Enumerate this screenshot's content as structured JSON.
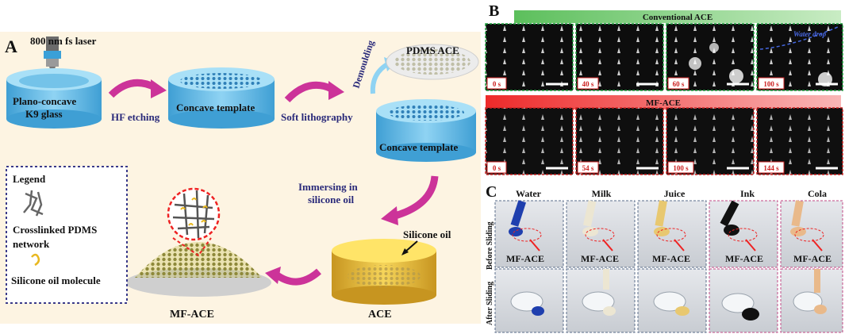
{
  "panel_a": {
    "letter": "A",
    "laser_label": "800 nm fs laser",
    "step1_label_line1": "Plano-concave",
    "step1_label_line2": "K9 glass",
    "arrow1_label": "HF etching",
    "step2_label": "Concave template",
    "arrow2_label": "Soft lithography",
    "demoulding_label": "Demoulding",
    "pdms_label": "PDMS ACE",
    "step3_label": "Concave template",
    "immersing_line1": "Immersing in",
    "immersing_line2": "silicone oil",
    "silicone_oil_label": "Silicone oil",
    "ace_label": "ACE",
    "mface_label": "MF-ACE",
    "legend": {
      "title": "Legend",
      "item1_line1": "Crosslinked PDMS",
      "item1_line2": "network",
      "item2": "Silicone oil molecule"
    }
  },
  "panel_b": {
    "letter": "B",
    "conventional_title": "Conventional ACE",
    "mface_title": "MF-ACE",
    "water_drop_label": "Water drop",
    "conventional_times": [
      "0 s",
      "40 s",
      "60 s",
      "100 s"
    ],
    "mface_times": [
      "0 s",
      "54 s",
      "100 s",
      "144 s"
    ]
  },
  "panel_c": {
    "letter": "C",
    "liquids": [
      "Water",
      "Milk",
      "Juice",
      "Ink",
      "Cola"
    ],
    "row1_label": "Before Sliding",
    "row2_label": "After Sliding",
    "mface_label": "MF-ACE",
    "colors": {
      "Water": "#1f3fae",
      "Milk": "#ece6d2",
      "Juice": "#e8c870",
      "Ink": "#111111",
      "Cola": "#e9b98a"
    }
  }
}
